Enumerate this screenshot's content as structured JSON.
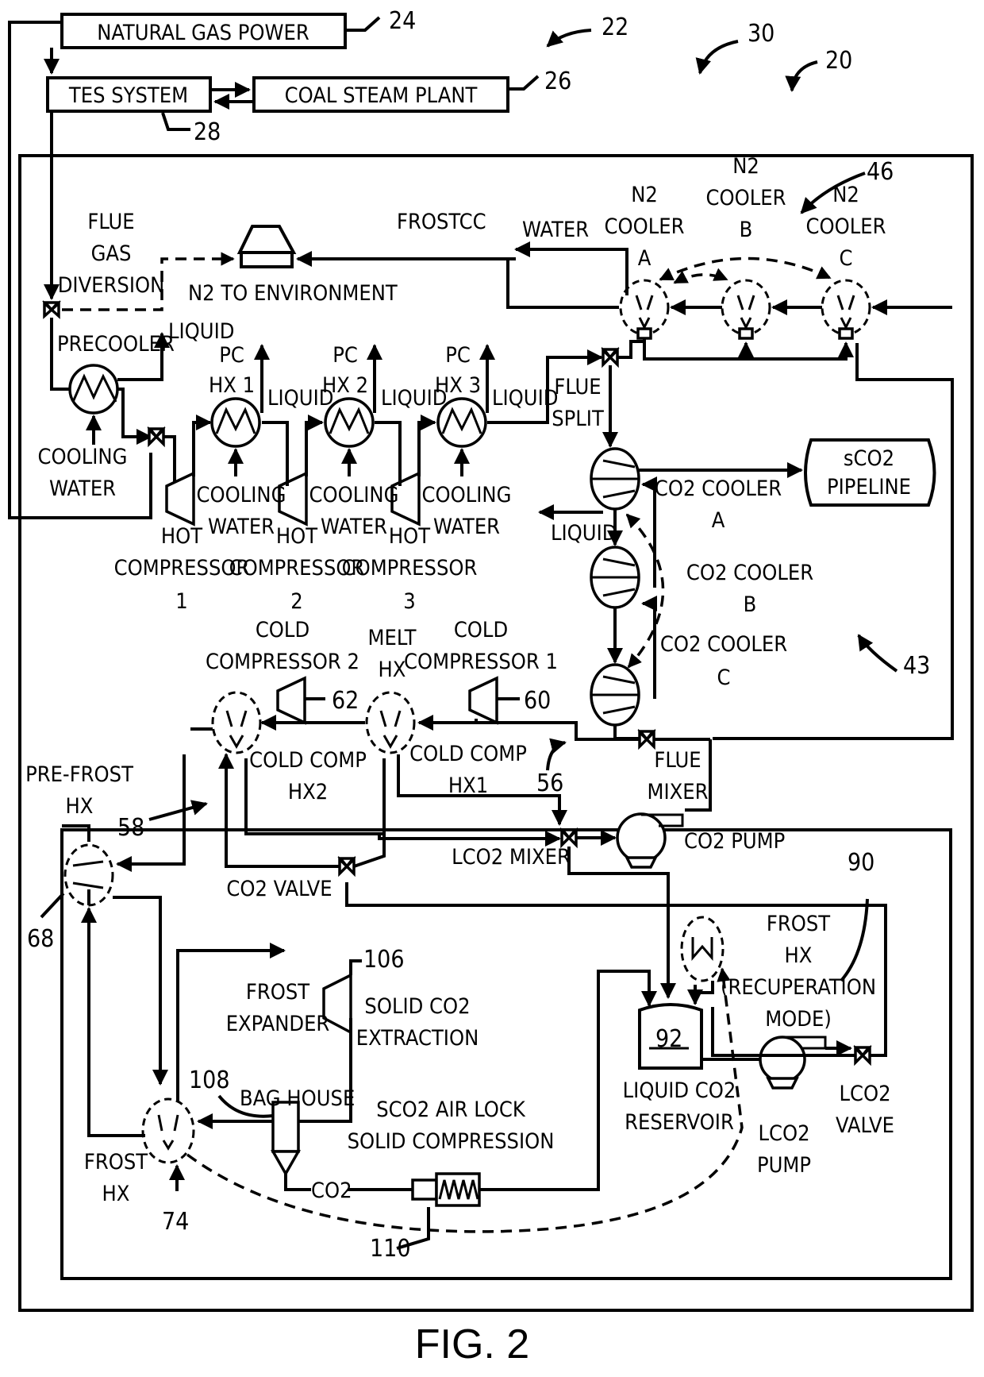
{
  "figure": {
    "caption": "FIG. 2"
  },
  "blocks": {
    "natural_gas_power": "NATURAL GAS POWER",
    "tes_system": "TES SYSTEM",
    "coal_steam_plant": "COAL STEAM PLANT",
    "sco2_pipeline_1": "sCO2",
    "sco2_pipeline_2": "PIPELINE"
  },
  "labels": {
    "flue_gas_diversion": [
      "FLUE",
      "GAS",
      "DIVERSION"
    ],
    "n2_to_environment": "N2 TO ENVIRONMENT",
    "frostcc": "FROSTCC",
    "water": "WATER",
    "n2_cooler_a": [
      "N2",
      "COOLER",
      "A"
    ],
    "n2_cooler_b": [
      "N2",
      "COOLER",
      "B"
    ],
    "n2_cooler_c": [
      "N2",
      "COOLER",
      "C"
    ],
    "liquid": "LIQUID",
    "precooler": "PRECOOLER",
    "pc_hx_1": [
      "PC",
      "HX 1"
    ],
    "pc_hx_2": [
      "PC",
      "HX 2"
    ],
    "pc_hx_3": [
      "PC",
      "HX 3"
    ],
    "flue_split": [
      "FLUE",
      "SPLIT"
    ],
    "cooling_water": [
      "COOLING",
      "WATER"
    ],
    "hot_compressor_1": [
      "HOT",
      "COMPRESSOR",
      "1"
    ],
    "hot_compressor_2": [
      "HOT",
      "COMPRESSOR",
      "2"
    ],
    "hot_compressor_3": [
      "HOT",
      "COMPRESSOR",
      "3"
    ],
    "co2_cooler_a": [
      "CO2 COOLER",
      "A"
    ],
    "co2_cooler_b": [
      "CO2 COOLER",
      "B"
    ],
    "co2_cooler_c": [
      "CO2 COOLER",
      "C"
    ],
    "cold_compressor_2": [
      "COLD",
      "COMPRESSOR 2"
    ],
    "melt_hx": [
      "MELT",
      "HX"
    ],
    "cold_compressor_1": [
      "COLD",
      "COMPRESSOR 1"
    ],
    "cold_comp_hx2": [
      "COLD COMP",
      "HX2"
    ],
    "cold_comp_hx1": [
      "COLD COMP",
      "HX1"
    ],
    "flue_mixer": [
      "FLUE",
      "MIXER"
    ],
    "pre_frost_hx": [
      "PRE-FROST",
      "HX"
    ],
    "co2_pump": "CO2 PUMP",
    "lco2_mixer": "LCO2 MIXER",
    "co2_valve": "CO2 VALVE",
    "frost_hx_recuperation": [
      "FROST",
      "HX",
      "(RECUPERATION",
      "MODE)"
    ],
    "frost_expander": [
      "FROST",
      "EXPANDER"
    ],
    "solid_co2_extraction": [
      "SOLID CO2",
      "EXTRACTION"
    ],
    "bag_house": "BAG HOUSE",
    "sco2_air_lock": [
      "SCO2 AIR LOCK",
      "SOLID COMPRESSION"
    ],
    "liquid_co2_reservoir": [
      "LIQUID CO2",
      "RESERVOIR"
    ],
    "lco2_pump": [
      "LCO2",
      "PUMP"
    ],
    "lco2_valve": [
      "LCO2",
      "VALVE"
    ],
    "frost_hx": [
      "FROST",
      "HX"
    ],
    "co2": "CO2"
  },
  "ref_numerals": {
    "r20": "20",
    "r22": "22",
    "r24": "24",
    "r26": "26",
    "r28": "28",
    "r30": "30",
    "r43": "43",
    "r46": "46",
    "r56": "56",
    "r58": "58",
    "r60": "60",
    "r62": "62",
    "r68": "68",
    "r74": "74",
    "r90": "90",
    "r92": "92",
    "r106": "106",
    "r108": "108",
    "r110": "110"
  }
}
